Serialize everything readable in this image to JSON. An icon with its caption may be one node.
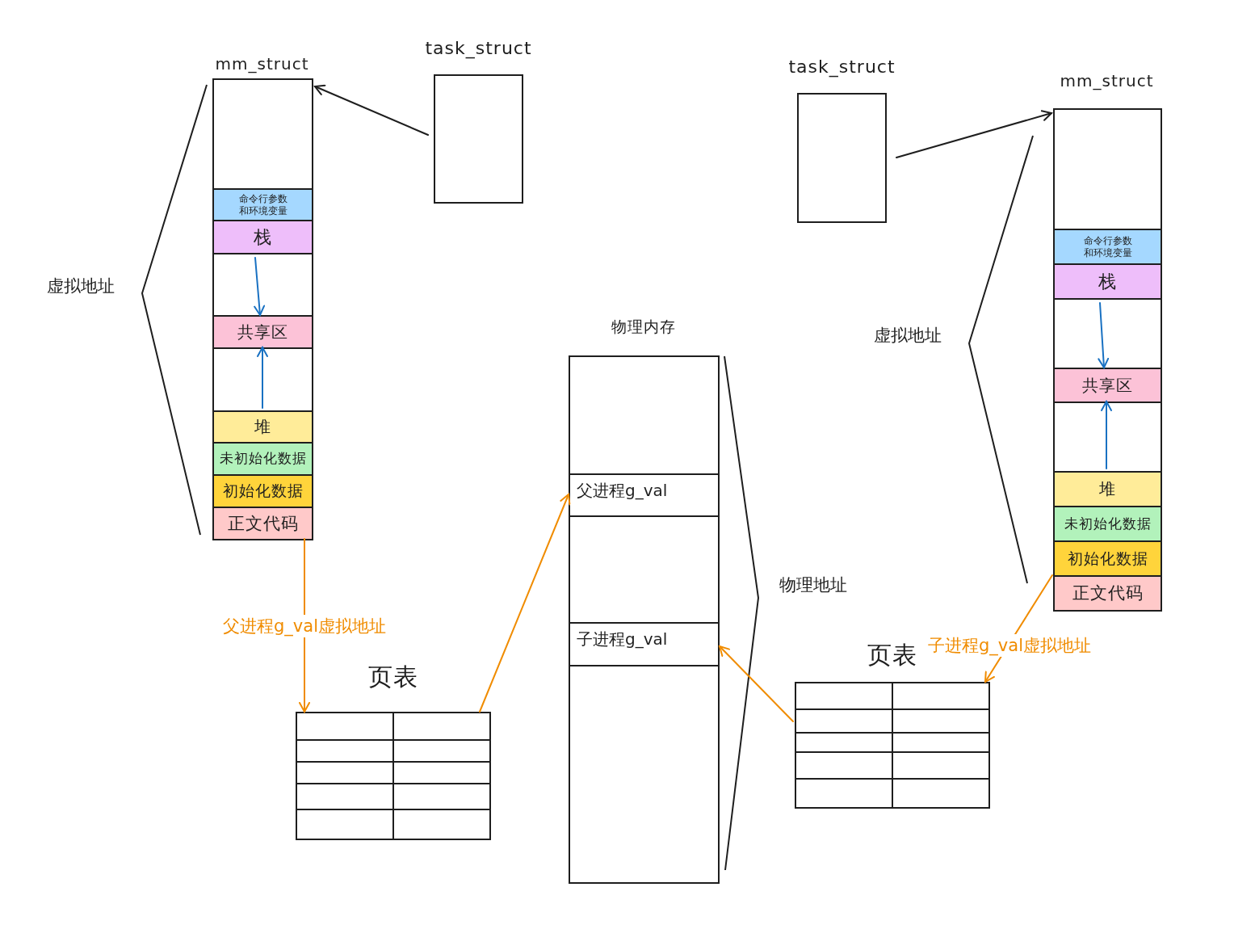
{
  "diagram": {
    "nodes": [
      {
        "text": [
          "mm_struct"
        ]
      },
      {
        "text": [],
        "shape": "box",
        "in": 0
      },
      {
        "text": [
          "命令行参数和环境变量"
        ],
        "in": 0
      },
      {
        "text": [
          "栈"
        ],
        "in": 0
      },
      {
        "text": [],
        "shape": "box",
        "in": 0
      },
      {
        "text": [
          "共享区"
        ],
        "in": 0
      },
      {
        "text": [],
        "shape": "box",
        "in": 0
      },
      {
        "text": [
          "堆"
        ],
        "in": 0
      },
      {
        "text": [
          "未初始化数据"
        ],
        "in": 0
      },
      {
        "text": [
          "初始化数据"
        ],
        "in": 0
      },
      {
        "text": [
          "正文代码"
        ],
        "in": 0
      },
      {
        "text": [
          "task_struct"
        ]
      },
      {
        "text": [
          "物理内存"
        ]
      },
      {
        "text": [],
        "shape": "box",
        "in": 12
      },
      {
        "text": [
          "父进程g_val"
        ],
        "in": 12
      },
      {
        "text": [],
        "shape": "box",
        "in": 12
      },
      {
        "text": [
          "子进程g_val"
        ],
        "in": 12
      },
      {
        "text": [],
        "shape": "box",
        "in": 12
      },
      {
        "text": [
          "页表"
        ]
      },
      {
        "text": [
          "task_struct"
        ]
      },
      {
        "text": [
          "mm_struct"
        ]
      },
      {
        "text": [],
        "shape": "box",
        "in": 20
      },
      {
        "text": [
          "命令行参数和环境变量"
        ],
        "in": 20
      },
      {
        "text": [
          "栈"
        ],
        "in": 20
      },
      {
        "text": [],
        "shape": "box",
        "in": 20
      },
      {
        "text": [
          "共享区"
        ],
        "in": 20
      },
      {
        "text": [],
        "shape": "box",
        "in": 20
      },
      {
        "text": [
          "堆"
        ],
        "in": 20
      },
      {
        "text": [
          "未初始化数据"
        ],
        "in": 20
      },
      {
        "text": [
          "初始化数据"
        ],
        "in": 20
      },
      {
        "text": [
          "正文代码"
        ],
        "in": 20
      },
      {
        "text": [
          "页表"
        ]
      }
    ],
    "edges": [
      {
        "from": 11,
        "to": 0,
        "arrow": "to",
        "color": "#1e1e1e"
      },
      {
        "from": 4,
        "to": 5,
        "arrow": "to",
        "color": "#1971c2"
      },
      {
        "from": 6,
        "to": 5,
        "arrow": "to",
        "color": "#1971c2"
      },
      {
        "from": 10,
        "to": 18,
        "arrow": "to",
        "label": "父进程g_val虚拟地址",
        "color": "#f08c00"
      },
      {
        "from": 18,
        "to": 14,
        "arrow": "to",
        "color": "#f08c00"
      },
      {
        "from": 19,
        "to": 20,
        "arrow": "to",
        "color": "#1e1e1e"
      },
      {
        "from": 30,
        "to": 31,
        "arrow": "to",
        "label": "子进程g_val虚拟地址",
        "color": "#f08c00"
      },
      {
        "from": 31,
        "to": 16,
        "arrow": "to",
        "color": "#f08c00"
      },
      {
        "from": 24,
        "to": 25,
        "arrow": "to",
        "color": "#1971c2"
      },
      {
        "from": 26,
        "to": 25,
        "arrow": "to",
        "color": "#1971c2"
      }
    ],
    "labels": [
      "虚拟地址",
      "物理地址",
      "虚拟地址"
    ]
  }
}
